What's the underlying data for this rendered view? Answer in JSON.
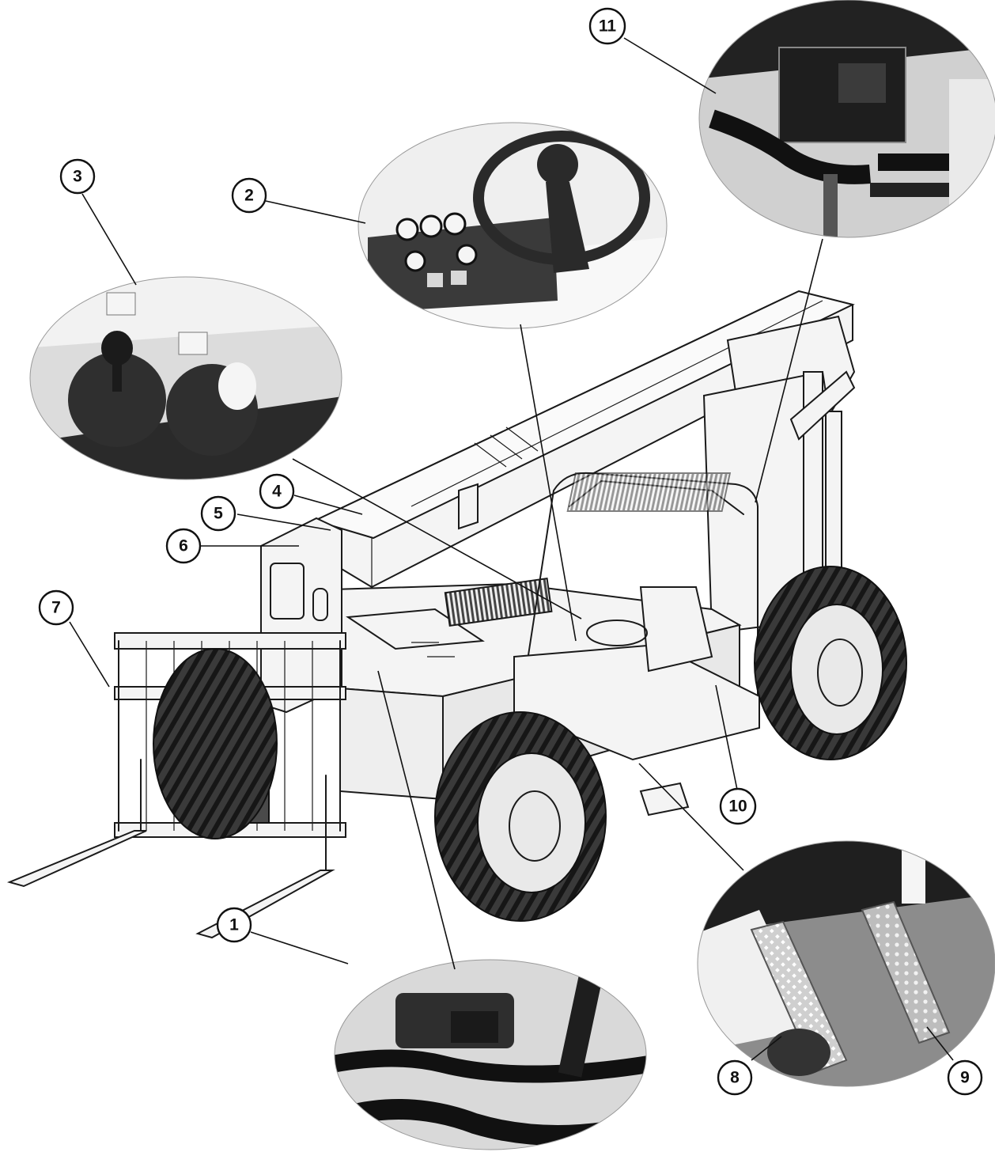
{
  "callouts": [
    {
      "label": "1"
    },
    {
      "label": "2"
    },
    {
      "label": "3"
    },
    {
      "label": "4"
    },
    {
      "label": "5"
    },
    {
      "label": "6"
    },
    {
      "label": "7"
    },
    {
      "label": "8"
    },
    {
      "label": "9"
    },
    {
      "label": "10"
    },
    {
      "label": "11"
    }
  ],
  "colors": {
    "ink": "#111111",
    "background": "#ffffff",
    "inset_fill": "#dcdcdc"
  }
}
